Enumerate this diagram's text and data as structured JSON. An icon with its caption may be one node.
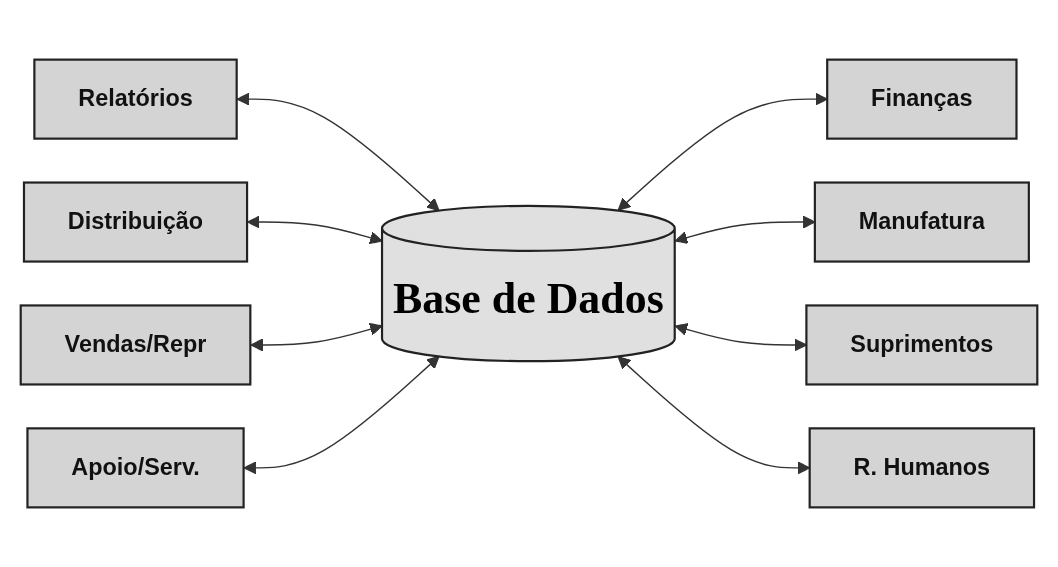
{
  "diagram": {
    "nodes": [
      {
        "text": [
          "Relatórios"
        ]
      },
      {
        "text": [
          "Distribuição"
        ]
      },
      {
        "text": [
          "Finanças"
        ]
      },
      {
        "text": [
          "Vendas/Repr"
        ]
      },
      {
        "text": [
          "Base de Dados"
        ]
      },
      {
        "text": [
          "Manufatura"
        ]
      },
      {
        "text": [
          "Apoio/Serv."
        ]
      },
      {
        "text": [
          "Suprimentos"
        ]
      },
      {
        "text": [
          "R. Humanos"
        ]
      }
    ],
    "edges": [
      {
        "from": 0,
        "to": 4,
        "arrow": "both"
      },
      {
        "from": 1,
        "to": 4,
        "arrow": "both"
      },
      {
        "from": 3,
        "to": 4,
        "arrow": "both"
      },
      {
        "from": 6,
        "to": 4,
        "arrow": "both"
      },
      {
        "from": 4,
        "to": 2,
        "arrow": "both"
      },
      {
        "from": 4,
        "to": 5,
        "arrow": "both"
      },
      {
        "from": 4,
        "to": 7,
        "arrow": "both"
      },
      {
        "from": 4,
        "to": 8,
        "arrow": "both"
      }
    ]
  }
}
